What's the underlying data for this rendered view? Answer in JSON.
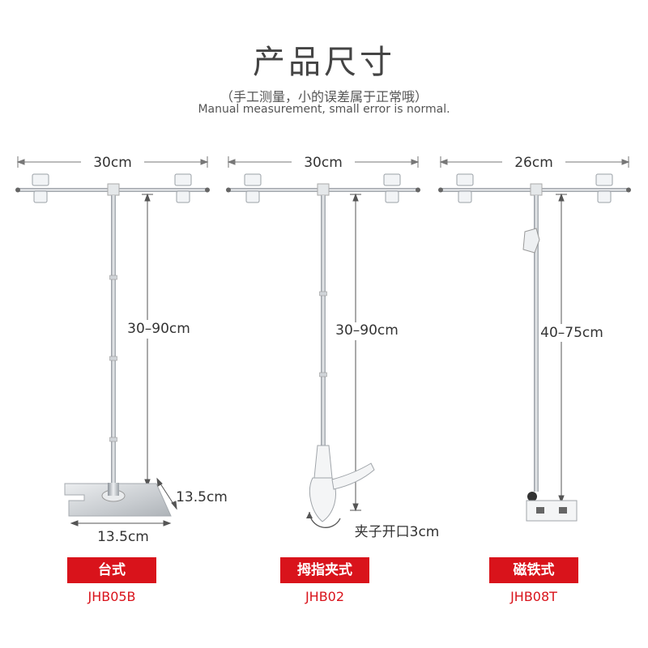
{
  "header": {
    "title": "产品尺寸",
    "subtitle_cn": "（手工测量，小的误差属于正常哦）",
    "subtitle_en": "Manual measurement, small error is normal."
  },
  "products": [
    {
      "width": "30cm",
      "height": "30–90cm",
      "extra_1": "13.5cm",
      "extra_2": "13.5cm",
      "label": "台式",
      "code": "JHB05B"
    },
    {
      "width": "30cm",
      "height": "30–90cm",
      "extra_1": "夹子开口3cm",
      "label": "拇指夹式",
      "code": "JHB02"
    },
    {
      "width": "26cm",
      "height": "40–75cm",
      "label": "磁铁式",
      "code": "JHB08T"
    }
  ],
  "colors": {
    "accent": "#d9131b",
    "metal": "#b9bec4",
    "text": "#333333"
  }
}
